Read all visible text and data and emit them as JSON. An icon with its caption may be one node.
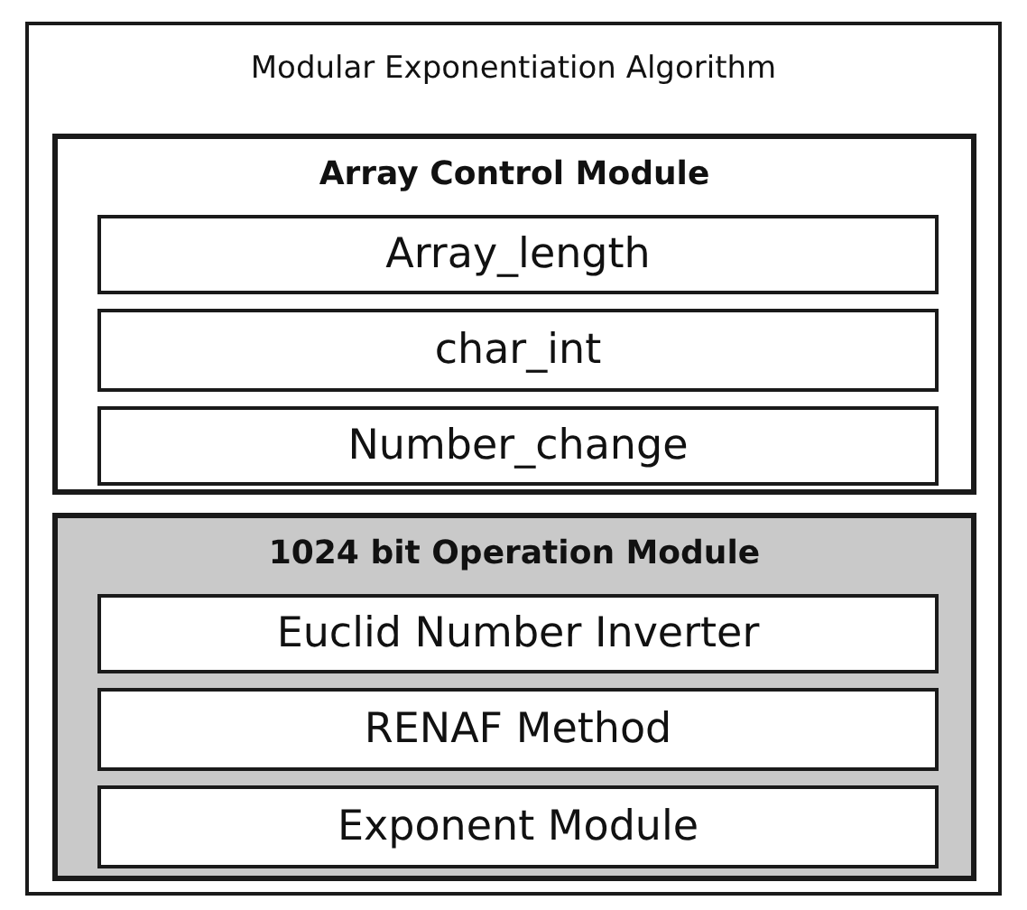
{
  "diagram": {
    "nodes": [
      {
        "text": [
          "Modular Exponentiation Algorithm"
        ]
      },
      {
        "text": [
          "Array Control Module"
        ],
        "in": 0
      },
      {
        "text": [
          "Array_length"
        ],
        "in": 1
      },
      {
        "text": [
          "char_int"
        ],
        "in": 1
      },
      {
        "text": [
          "Number_change"
        ],
        "in": 1
      },
      {
        "text": [
          "1024 bit Operation Module"
        ],
        "in": 0
      },
      {
        "text": [
          "Euclid Number Inverter"
        ],
        "in": 5
      },
      {
        "text": [
          "RENAF Method"
        ],
        "in": 5
      },
      {
        "text": [
          "Exponent Module"
        ],
        "in": 5
      }
    ]
  }
}
